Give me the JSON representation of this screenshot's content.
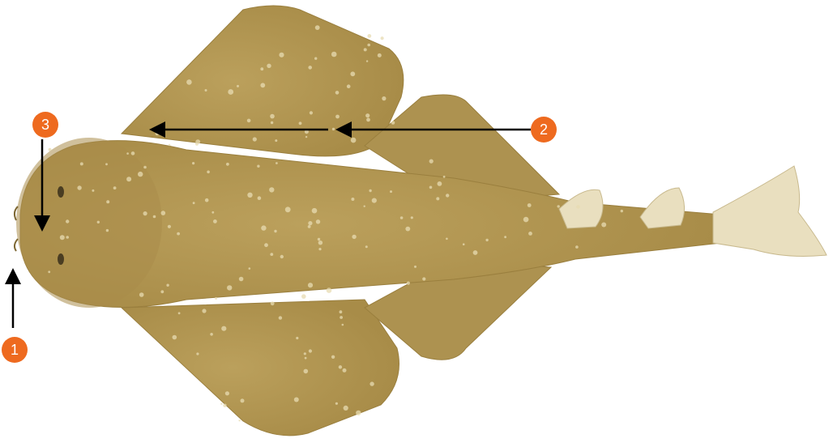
{
  "colors": {
    "background": "#ffffff",
    "body": "#b59a55",
    "body_dark": "#9a7f3e",
    "fin_light": "#e9dfbf",
    "spot": "#e8dcb2",
    "arrow": "#000000",
    "marker_fill": "#ee6a1f",
    "marker_text": "#ffffff"
  },
  "subject": "angel-shark-illustration",
  "callouts": [
    {
      "id": "callout-1",
      "label": "1"
    },
    {
      "id": "callout-2",
      "label": "2"
    },
    {
      "id": "callout-3",
      "label": "3"
    }
  ]
}
